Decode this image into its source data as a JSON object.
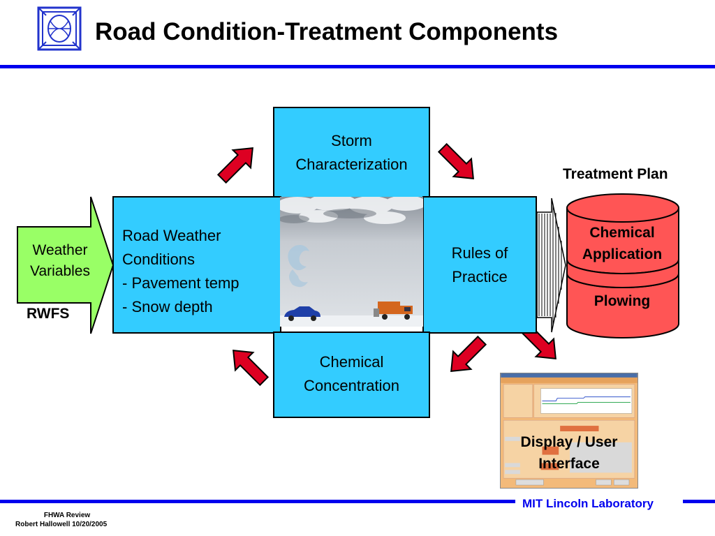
{
  "header": {
    "title": "Road Condition-Treatment Components"
  },
  "diagram": {
    "storm_box": {
      "line1": "Storm",
      "line2": "Characterization"
    },
    "road_weather_box": {
      "line1": "Road Weather",
      "line2": "Conditions",
      "line3": "- Pavement temp",
      "line4": "- Snow depth"
    },
    "rules_box": {
      "line1": "Rules of",
      "line2": "Practice"
    },
    "chemical_box": {
      "line1": "Chemical",
      "line2": "Concentration"
    },
    "input_arrow": {
      "line1": "Weather",
      "line2": "Variables"
    },
    "rwfs_label": "RWFS",
    "treatment_plan": {
      "title": "Treatment Plan",
      "top_line1": "Chemical",
      "top_line2": "Application",
      "bottom": "Plowing"
    },
    "display_label": {
      "line1": "Display / User",
      "line2": "Interface"
    }
  },
  "colors": {
    "accent_blue": "#0000ee",
    "box_cyan": "#33ccff",
    "arrow_red": "#dd0022",
    "arrow_green": "#99ff66",
    "cylinder_red": "#ff5555"
  },
  "footer": {
    "organization": "MIT Lincoln Laboratory",
    "line1": "FHWA Review",
    "line2": "Robert Hallowell 10/20/2005"
  }
}
